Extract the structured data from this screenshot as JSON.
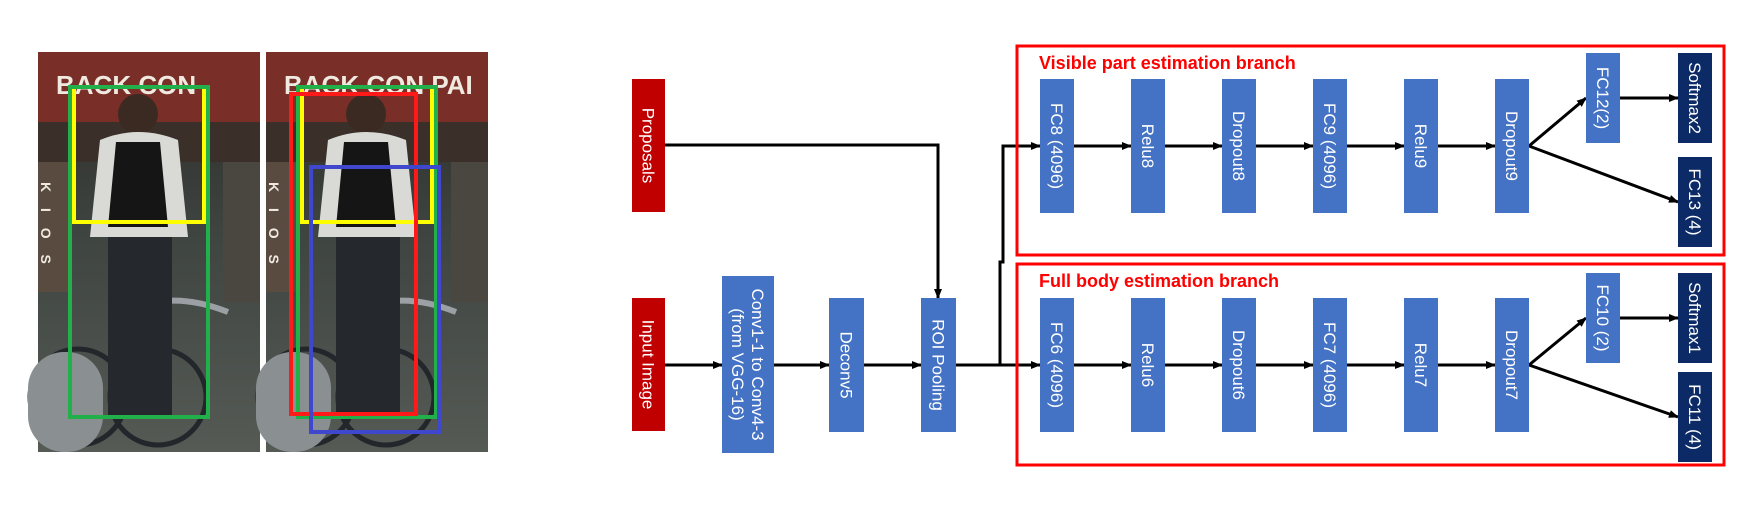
{
  "colors": {
    "input_red": "#c00000",
    "layer_blue": "#4472c4",
    "output_navy": "#0b2a66",
    "branch_border": "#ff0000",
    "arrow": "#000000",
    "box_yellow": "#ffff00",
    "box_green": "#22b04b",
    "box_red": "#ff1a1a",
    "box_blue": "#3f48cc"
  },
  "photos": {
    "left": {
      "sign_text": "BACK CON",
      "kiosk_text": "K I O S",
      "boxes": [
        "visible-yellow",
        "full-green"
      ]
    },
    "right": {
      "sign_text": "BACK CON PAI",
      "kiosk_text": "K I O S",
      "boxes": [
        "visible-yellow",
        "full-green",
        "proposal-red",
        "proposal-blue"
      ]
    }
  },
  "inputs": {
    "proposals": "Proposals",
    "input_image": "Input Image"
  },
  "backbone": {
    "conv_line1": "Conv1-1 to Conv4-3",
    "conv_line2": "(from VGG-16)",
    "deconv": "Deconv5",
    "roi": "ROI Pooling"
  },
  "visible_branch": {
    "title": "Visible part estimation branch",
    "layers": [
      "FC8 (4096)",
      "Relu8",
      "Dropout8",
      "FC9 (4096)",
      "Relu9",
      "Dropout9"
    ],
    "fc_small": "FC12(2)",
    "outputs": [
      "Softmax2",
      "FC13 (4)"
    ]
  },
  "full_branch": {
    "title": "Full body estimation branch",
    "layers": [
      "FC6 (4096)",
      "Relu6",
      "Dropout6",
      "FC7 (4096)",
      "Relu7",
      "Dropout7"
    ],
    "fc_small": "FC10 (2)",
    "outputs": [
      "Softmax1",
      "FC11 (4)"
    ]
  }
}
